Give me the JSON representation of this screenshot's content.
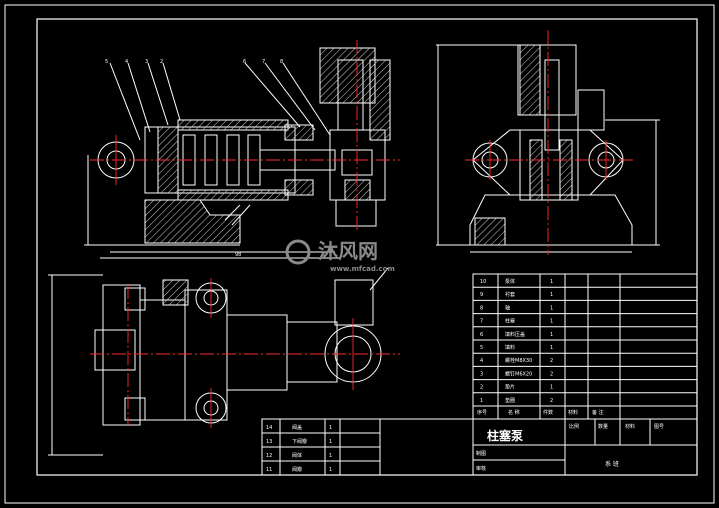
{
  "title_block": {
    "part_title": "柱塞泵",
    "scale_label": "比例",
    "quantity_label": "数量",
    "material_label": "材料",
    "drawing_no_label": "图号",
    "designer_label": "制图",
    "checker_label": "审核",
    "school_label": "系 班"
  },
  "bom_headers": {
    "seq": "序号",
    "name": "名 称",
    "qty": "件数",
    "material": "材料",
    "note": "备 注"
  },
  "bom_rows": [
    {
      "seq": "10",
      "name": "泵体",
      "qty": "1"
    },
    {
      "seq": "9",
      "name": "衬套",
      "qty": "1"
    },
    {
      "seq": "8",
      "name": "轴",
      "qty": "1"
    },
    {
      "seq": "7",
      "name": "柱塞",
      "qty": "1"
    },
    {
      "seq": "6",
      "name": "填料压盖",
      "qty": "1"
    },
    {
      "seq": "5",
      "name": "填料",
      "qty": "1"
    },
    {
      "seq": "4",
      "name": "螺栓M8X30",
      "qty": "2"
    },
    {
      "seq": "3",
      "name": "螺钉M6X20",
      "qty": "2"
    },
    {
      "seq": "2",
      "name": "垫片",
      "qty": "1"
    },
    {
      "seq": "1",
      "name": "垫圈",
      "qty": "2"
    }
  ],
  "lower_rows": [
    {
      "seq": "14",
      "name": "阀盖",
      "qty": "1"
    },
    {
      "seq": "13",
      "name": "下阀瓣",
      "qty": "1"
    },
    {
      "seq": "12",
      "name": "阀体",
      "qty": "1"
    },
    {
      "seq": "11",
      "name": "阀瓣",
      "qty": "1"
    }
  ],
  "watermark": {
    "brand": "沐风网",
    "url": "www.mfcad.com"
  },
  "colors": {
    "background": "#000000",
    "outline": "#ffffff",
    "centerline": "#ff2a2a",
    "hatch": "#cfcfcf"
  }
}
